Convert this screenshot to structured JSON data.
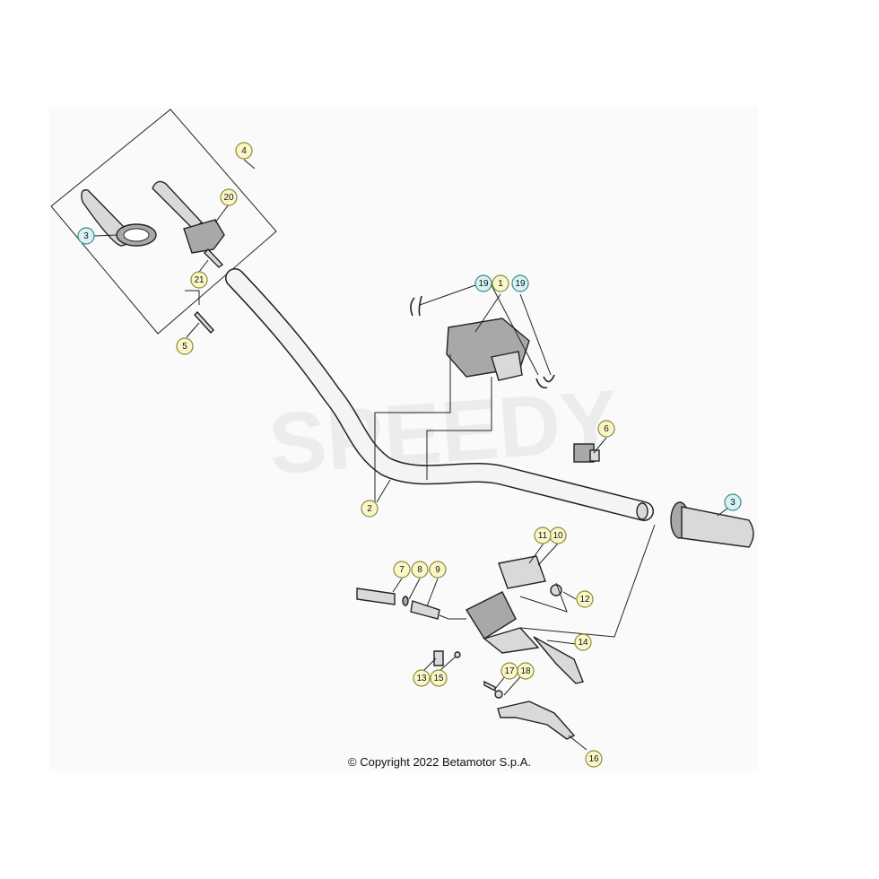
{
  "copyright": "© Copyright 2022 Betamotor S.p.A.",
  "watermark": "SPEEDY",
  "colors": {
    "callout_yellow": "#fbf6c8",
    "callout_cyan": "#d8f2f4",
    "part_fill": "#d9d9d9",
    "outline": "#222222"
  },
  "callouts": [
    {
      "label": "1",
      "style": "yellow"
    },
    {
      "label": "2",
      "style": "yellow"
    },
    {
      "label": "3",
      "style": "cyan"
    },
    {
      "label": "3",
      "style": "cyan"
    },
    {
      "label": "4",
      "style": "yellow"
    },
    {
      "label": "5",
      "style": "yellow"
    },
    {
      "label": "6",
      "style": "yellow"
    },
    {
      "label": "7",
      "style": "yellow"
    },
    {
      "label": "8",
      "style": "yellow"
    },
    {
      "label": "9",
      "style": "yellow"
    },
    {
      "label": "10",
      "style": "yellow"
    },
    {
      "label": "11",
      "style": "yellow"
    },
    {
      "label": "12",
      "style": "yellow"
    },
    {
      "label": "13",
      "style": "yellow"
    },
    {
      "label": "14",
      "style": "yellow"
    },
    {
      "label": "15",
      "style": "yellow"
    },
    {
      "label": "16",
      "style": "yellow"
    },
    {
      "label": "17",
      "style": "yellow"
    },
    {
      "label": "18",
      "style": "yellow"
    },
    {
      "label": "19",
      "style": "cyan"
    },
    {
      "label": "19",
      "style": "cyan"
    },
    {
      "label": "20",
      "style": "yellow"
    },
    {
      "label": "21",
      "style": "yellow"
    }
  ]
}
